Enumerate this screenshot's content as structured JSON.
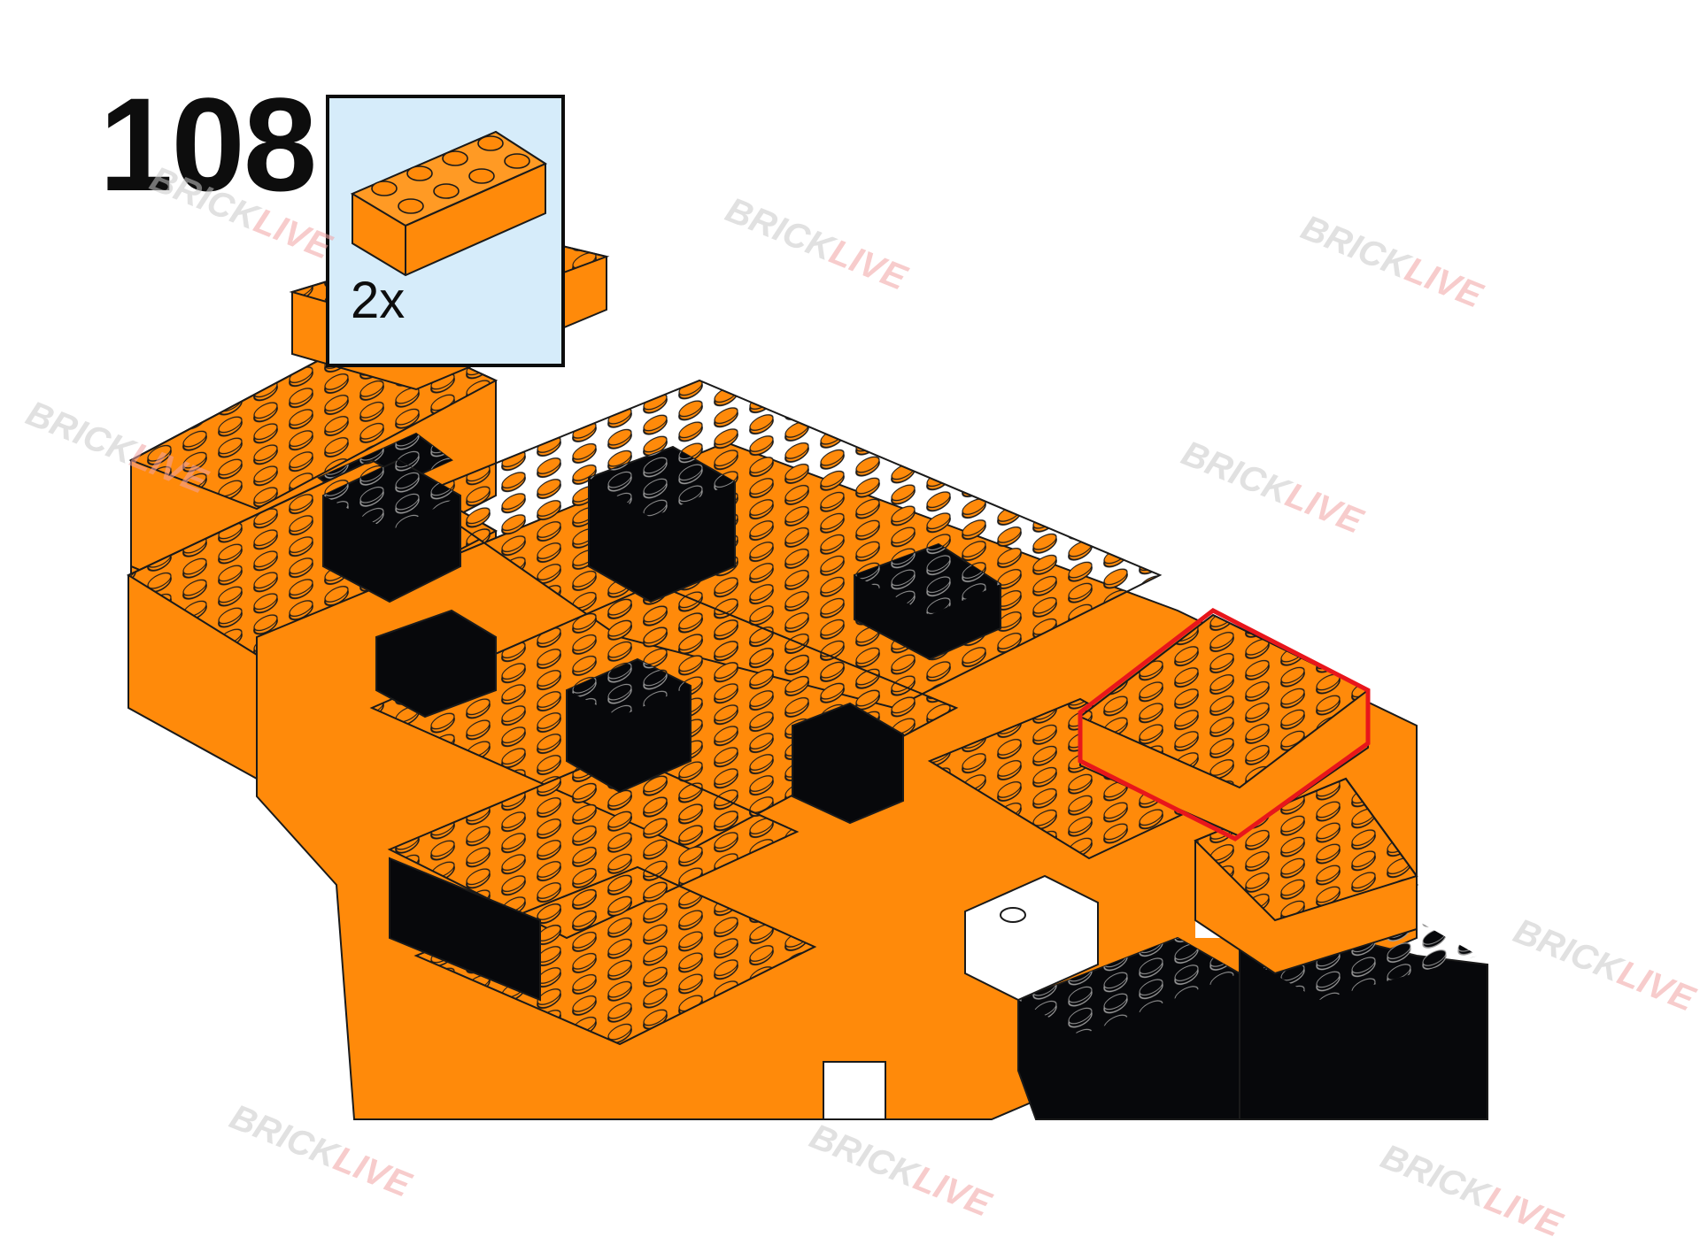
{
  "step": {
    "number": "108"
  },
  "parts_list": {
    "items": [
      {
        "part": "2x4 brick",
        "color_name": "orange",
        "quantity": "2x"
      }
    ]
  },
  "highlight": {
    "color": "#e8161b"
  },
  "colors": {
    "orange": "#ff8a0a",
    "black": "#07080b",
    "white": "#ffffff",
    "outline": "#1a1a1a",
    "callout_bg": "#d6ecfa"
  },
  "watermark": {
    "part1": "BRICK",
    "part2": "LIVE"
  }
}
